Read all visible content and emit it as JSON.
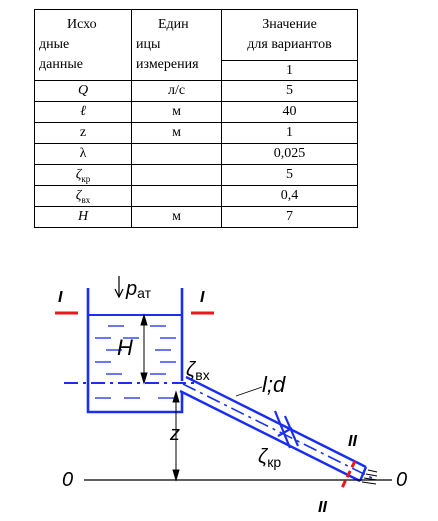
{
  "table": {
    "header": {
      "param_line1": "Исхо",
      "param_line2": "дные",
      "param_line3": "данные",
      "unit_line1": "Един",
      "unit_line2": "ицы",
      "unit_line3": "измерения",
      "value_line1": "Значение",
      "value_line2": "для вариантов",
      "variant": "1"
    },
    "rows": [
      {
        "symbol": "Q",
        "unit": "л/с",
        "value": "5"
      },
      {
        "symbol": "ℓ",
        "unit": "м",
        "value": "40"
      },
      {
        "symbol": "z",
        "unit": "м",
        "value": "1"
      },
      {
        "symbol": "λ",
        "unit": "",
        "value": "0,025"
      },
      {
        "symbol": "ζ",
        "sub": "кр",
        "unit": "",
        "value": "5"
      },
      {
        "symbol": "ζ",
        "sub": "вх",
        "unit": "",
        "value": "0,4"
      },
      {
        "symbol": "H",
        "unit": "м",
        "value": "7"
      }
    ]
  },
  "diagram": {
    "section_top_left": "I",
    "section_top_right": "I",
    "pressure_symbol": "p",
    "pressure_sub": "ат",
    "head_label": "H",
    "zeta_in_symbol": "ζ",
    "zeta_in_sub": "вх",
    "pipe_label": "l;d",
    "z_label": "z",
    "zeta_valve_symbol": "ζ",
    "zeta_valve_sub": "кр",
    "section_bottom_top": "II",
    "section_bottom_bottom": "II",
    "datum_left": "0",
    "datum_right": "0",
    "colors": {
      "blue": "#1a2ef0",
      "red": "#e8191c",
      "black": "#000000"
    }
  }
}
